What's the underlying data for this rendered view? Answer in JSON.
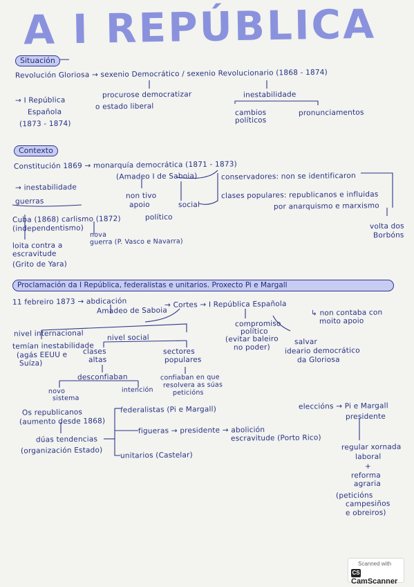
{
  "title": "A I REPÚBLICA",
  "s1": {
    "label": "Situación",
    "line": "Revolución Gloriosa → sexenio Democrático / sexenio Revolucionario (1868 - 1874)",
    "a": "→ I República",
    "b": "Española",
    "c": "(1873 - 1874)",
    "d": "procurose democratizar",
    "e": "o estado liberal",
    "f": "inestabilidade",
    "g": "cambios",
    "h": "políticos",
    "i": "pronunciamentos"
  },
  "s2": {
    "label": "Contexto",
    "line": "Constitución 1869 → monarquía democrática (1871 - 1873)",
    "a": "(Amadeo I de Saboia)",
    "b": "conservadores: non se identificaron",
    "c": "clases populares: republicanos e influidas",
    "d": "por anarquismo e marxismo",
    "e": "→ inestabilidade",
    "f": "guerras",
    "g": "non tivo",
    "h": "apoio",
    "i": "social",
    "j": "político",
    "k": "volta dos",
    "l": "Borbóns",
    "m": "Cuba (1868) carlismo (1872)",
    "n": "(independentismo)",
    "o": "loita contra a",
    "p": "escravitude",
    "q": "(Grito de Yara)",
    "r": "nova",
    "s": "guerra (P. Vasco e Navarra)"
  },
  "s3": {
    "label": "Proclamación da I República, federalistas e unitarios. Proxecto Pi e Margall",
    "a": "11 febreiro 1873 → abdicación",
    "b": "Amadeo de Saboia",
    "c": "→ Cortes → I República Española",
    "d": "compromiso",
    "e": "político",
    "f": "(evitar baleiro",
    "g": "no poder)",
    "h": "salvar",
    "i": "ideario democrático",
    "j": "da Gloriosa",
    "k": "↳ non contaba con",
    "l": "moito apoio",
    "m": "nivel internacional",
    "n": "temían inestabilidade",
    "o": "(agás EEUU e",
    "p": "Suíza)",
    "q": "nivel social",
    "r": "clases",
    "s": "altas",
    "t": "sectores",
    "u": "populares",
    "v": "desconfiaban",
    "w": "novo",
    "x": "sistema",
    "y": "intención",
    "z": "confiaban en que",
    "aa": "resolvera as súas",
    "ab": "peticións",
    "ac": "Os republicanos",
    "ad": "(aumento desde 1868)",
    "ae": "dúas tendencias",
    "af": "(organización Estado)",
    "ag": "federalistas (Pi e Margall)",
    "ah": "figueras → presidente → abolición",
    "ai": "escravitude (Porto Rico)",
    "aj": "unitarios (Castelar)",
    "ak": "eleccións → Pi e Margall",
    "al": "presidente",
    "am": "regular xornada",
    "an": "laboral",
    "ao": "+",
    "ap": "reforma",
    "aq": "agraria",
    "ar": "(peticións",
    "as": "campesiños",
    "at": "e obreiros)"
  },
  "stamp": {
    "line1": "Scanned with",
    "line2": "CamScanner",
    "logo": "CS"
  }
}
